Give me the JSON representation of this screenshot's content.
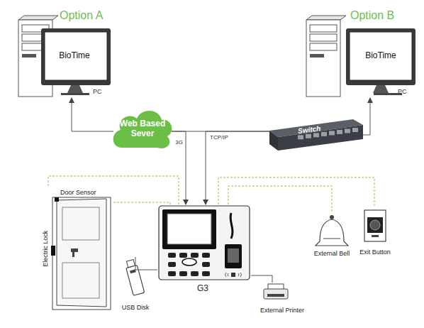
{
  "diagram": {
    "nodes": [
      {
        "text": [
          "Option A",
          "BioTime",
          "PC"
        ]
      },
      {
        "text": [
          "Option B",
          "BioTime",
          "PC"
        ]
      },
      {
        "text": [
          "Web Based Sever"
        ]
      },
      {
        "text": [
          "Switch"
        ]
      },
      {
        "text": [
          "G3"
        ]
      },
      {
        "text": [
          "Door Sensor",
          "Electric Lock"
        ]
      },
      {
        "text": [
          "External Bell"
        ]
      },
      {
        "text": [
          "Exit Button"
        ]
      },
      {
        "text": [
          "USB Disk"
        ]
      },
      {
        "text": [
          "External Printer"
        ]
      }
    ],
    "edges": [
      {
        "from": 2,
        "to": 0,
        "arrow": "to"
      },
      {
        "from": 2,
        "to": 3,
        "arrow": "none"
      },
      {
        "from": 3,
        "to": 1,
        "arrow": "to"
      },
      {
        "from": 2,
        "to": 4,
        "arrow": "to",
        "label": "3G"
      },
      {
        "from": 3,
        "to": 4,
        "arrow": "to",
        "label": "TCP/IP"
      },
      {
        "from": 4,
        "to": 5,
        "arrow": "none"
      },
      {
        "from": 4,
        "to": 5,
        "arrow": "none"
      },
      {
        "from": 4,
        "to": 6,
        "arrow": "none"
      },
      {
        "from": 4,
        "to": 7,
        "arrow": "none"
      },
      {
        "from": 4,
        "to": 8,
        "arrow": "none"
      },
      {
        "from": 4,
        "to": 9,
        "arrow": "none"
      }
    ]
  }
}
